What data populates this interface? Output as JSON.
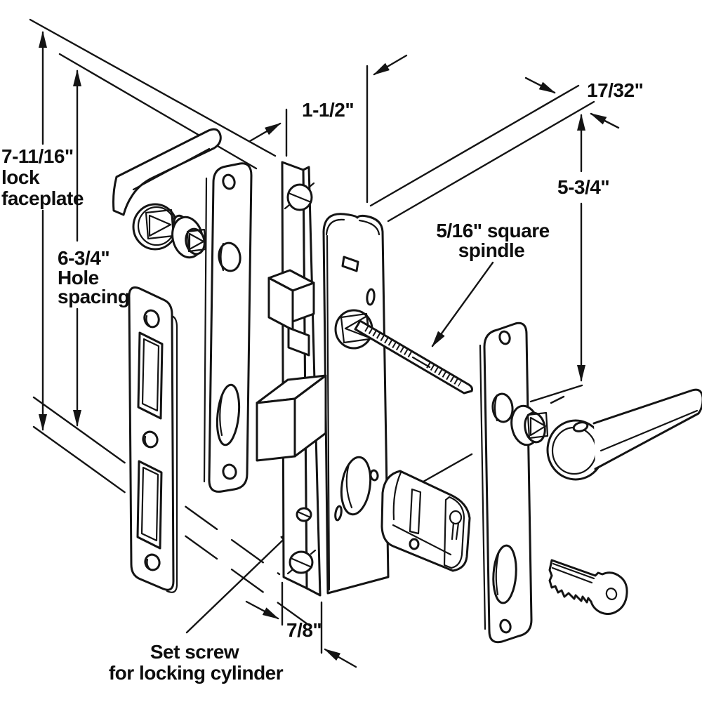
{
  "diagram": {
    "type": "exploded-technical-drawing",
    "subject": "mortise lock set with lever handles, escutcheons, strike plate, spindle, euro cylinder and key",
    "colors": {
      "line": "#141414",
      "text": "#0d0d0d",
      "background": "#ffffff"
    },
    "labels": {
      "lock_faceplate_dim": "7-11/16\"",
      "lock_faceplate_word1": "lock",
      "lock_faceplate_word2": "faceplate",
      "hole_spacing_dim": "6-3/4\"",
      "hole_spacing_word1": "Hole",
      "hole_spacing_word2": "spacing",
      "backset_dim": "1-1/2\"",
      "faceplate_width_dim": "17/32\"",
      "spindle_height_dim": "5-3/4\"",
      "spindle_note_line1": "5/16\" square",
      "spindle_note_line2": "spindle",
      "setscrew_note_line1": "Set screw",
      "setscrew_note_line2": "for locking cylinder",
      "edge_dim": "7/8\""
    }
  }
}
